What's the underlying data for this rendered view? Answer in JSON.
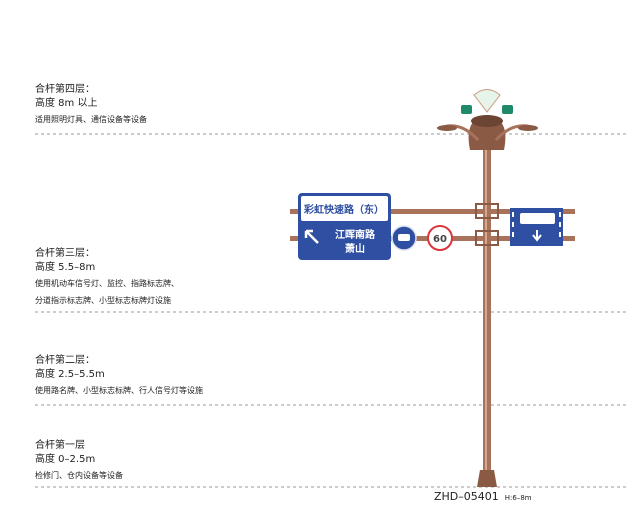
{
  "tiers": [
    {
      "title": "合杆第四层：",
      "height": "高度 8m 以上",
      "desc": [
        "适用照明灯具、通信设备等设备"
      ]
    },
    {
      "title": "合杆第三层：",
      "height": "高度 5.5–8m",
      "desc": [
        "使用机动车信号灯、监控、指路标志牌、",
        "分道指示标志牌、小型标志标牌灯设施"
      ]
    },
    {
      "title": "合杆第二层：",
      "height": "高度 2.5–5.5m",
      "desc": [
        "使用路名牌、小型标志标牌、行人信号灯等设施"
      ]
    },
    {
      "title": "合杆第一层",
      "height": "高度 0–2.5m",
      "desc": [
        "检修门、仓内设备等设备"
      ]
    }
  ],
  "sign": {
    "top": "彩虹快速路（东）",
    "line1": "江晖南路",
    "line2": "萧山"
  },
  "speed_limit": "60",
  "model": {
    "code": "ZHD–05401",
    "spec": "H:6–8m"
  },
  "colors": {
    "pole": "#a8735a",
    "sign_blue": "#2f4fa2",
    "lamp_green": "#1f8a6a"
  }
}
